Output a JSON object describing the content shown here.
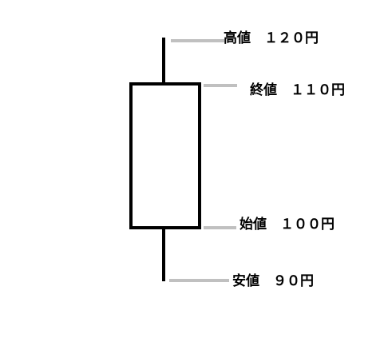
{
  "labels": {
    "high": "高値　１２０円",
    "close": "終値　１１０円",
    "open": "始値　１００円",
    "low": "安値　９０円"
  },
  "colors": {
    "candle": "#000000",
    "leader": "#c0c0c0",
    "background": "#ffffff"
  }
}
